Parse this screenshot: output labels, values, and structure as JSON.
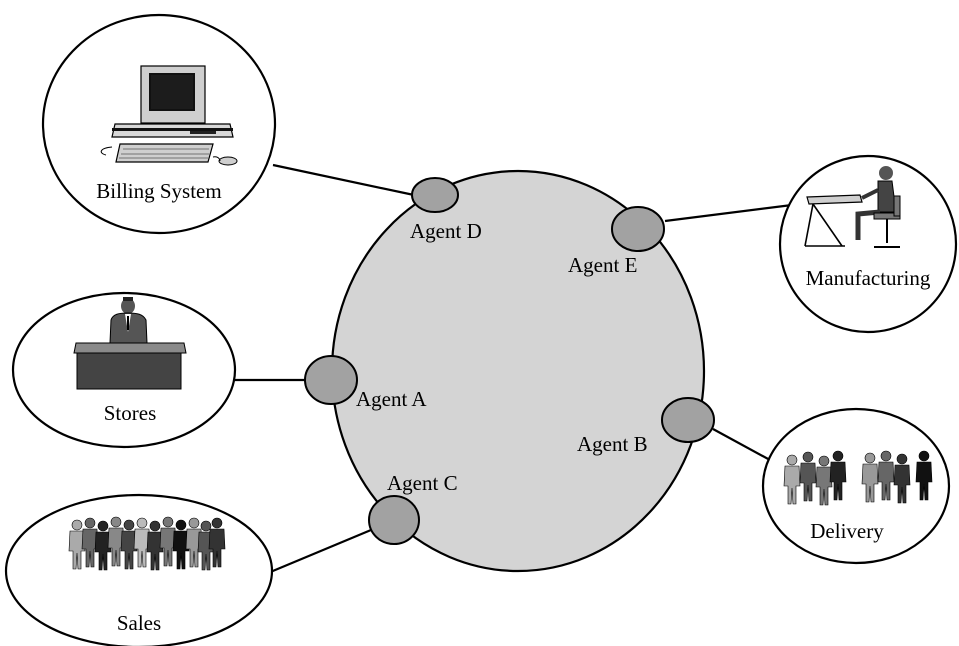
{
  "colors": {
    "hub_fill": "#d4d4d4",
    "agent_fill": "#a2a2a2",
    "stroke": "#000000",
    "background": "#ffffff"
  },
  "hub": {
    "agents": {
      "agent_d": "Agent D",
      "agent_e": "Agent E",
      "agent_a": "Agent A",
      "agent_b": "Agent B",
      "agent_c": "Agent C"
    }
  },
  "systems": {
    "billing": {
      "label": "Billing System",
      "icon": "desktop-computer-icon"
    },
    "manufacturing": {
      "label": "Manufacturing",
      "icon": "draftsman-at-desk-icon"
    },
    "stores": {
      "label": "Stores",
      "icon": "person-at-counter-icon"
    },
    "delivery": {
      "label": "Delivery",
      "icon": "group-of-people-icon"
    },
    "sales": {
      "label": "Sales",
      "icon": "crowd-of-people-icon"
    }
  }
}
